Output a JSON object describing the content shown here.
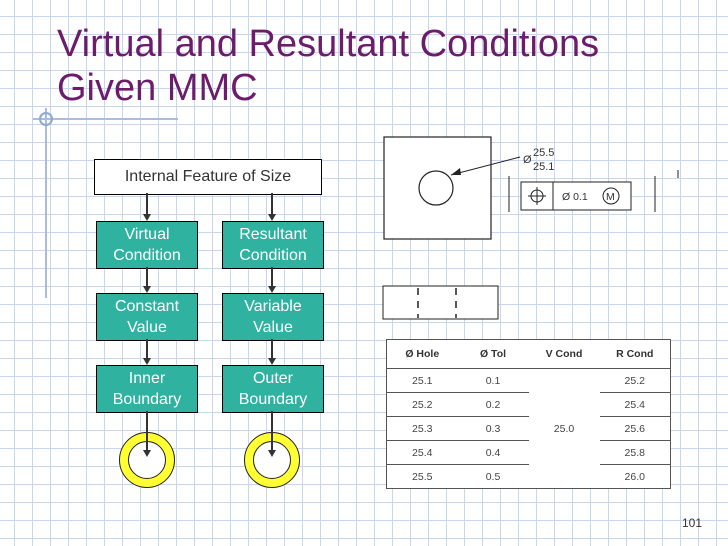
{
  "slide": {
    "title_line1": "Virtual and Resultant Conditions",
    "title_line2": "Given MMC",
    "page_number": "101"
  },
  "flowchart": {
    "top": "Internal Feature of Size",
    "left_col": [
      "Virtual\nCondition",
      "Constant\nValue",
      "Inner\nBoundary"
    ],
    "right_col": [
      "Resultant\nCondition",
      "Variable\nValue",
      "Outer\nBoundary"
    ]
  },
  "drawing": {
    "dim_symbol": "Ø",
    "dim_upper": "25.5",
    "dim_lower": "25.1",
    "fcf_tolerance": "Ø 0.1",
    "fcf_modifier": "M"
  },
  "table": {
    "headers": [
      "Ø Hole",
      "Ø Tol",
      "V Cond",
      "R Cond"
    ],
    "rows": [
      [
        "25.1",
        "0.1",
        "25.2"
      ],
      [
        "25.2",
        "0.2",
        "25.4"
      ],
      [
        "25.3",
        "0.3",
        "25.6"
      ],
      [
        "25.4",
        "0.4",
        "25.8"
      ],
      [
        "25.5",
        "0.5",
        "26.0"
      ]
    ],
    "v_cond_merged": "25.0"
  },
  "colors": {
    "title": "#6b1d6b",
    "teal_box": "#2fb3a0",
    "ring_fill": "#ffff33",
    "grid": "#c9d7ee"
  }
}
